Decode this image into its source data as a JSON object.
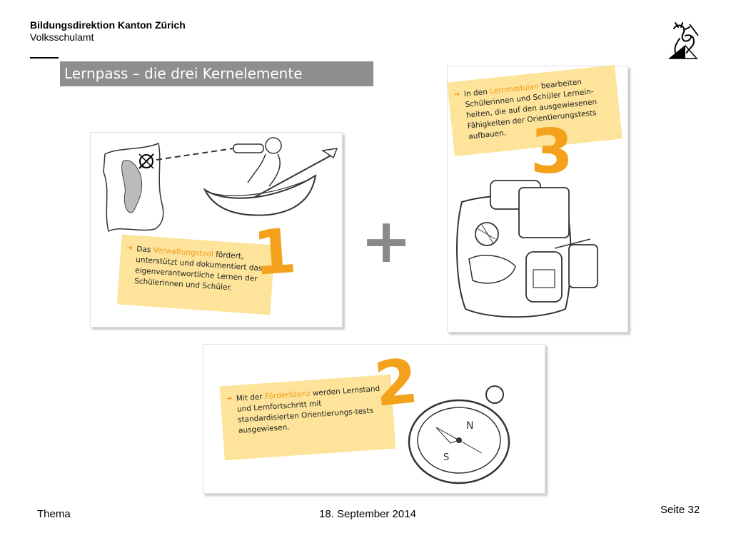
{
  "header": {
    "org_title": "Bildungsdirektion Kanton Zürich",
    "org_subtitle": "Volksschulamt",
    "logo_icon": "zurich-lion-crest-icon"
  },
  "slide": {
    "title": "Lernpass – die drei Kernelemente"
  },
  "panels": {
    "one": {
      "number": "1",
      "text_pre": "Das ",
      "highlight": "Verwaltungstool",
      "text_post": " fördert, unterstützt und dokumentiert das eigenverantwortliche Lernen der Schülerinnen und Schüler."
    },
    "three": {
      "number": "3",
      "text_pre": "In den ",
      "highlight": "Lernmodulen",
      "text_post": " bearbeiten Schülerinnen und Schüler Lernein-heiten, die auf den ausgewiesenen Fähigkeiten der Orientierungstests aufbauen."
    },
    "two": {
      "number": "2",
      "text_pre": "Mit der ",
      "highlight": "Förderlizenz",
      "text_post": " werden Lernstand und Lernfortschritt mit standardisierten Orientierungs-tests ausgewiesen."
    },
    "plus": "+"
  },
  "footer": {
    "topic": "Thema",
    "date": "18. September 2014",
    "page": "Seite 32"
  },
  "colors": {
    "note_bg": "#fde49a",
    "accent_orange": "#f4a11c",
    "title_bar": "#8e8e8e"
  }
}
